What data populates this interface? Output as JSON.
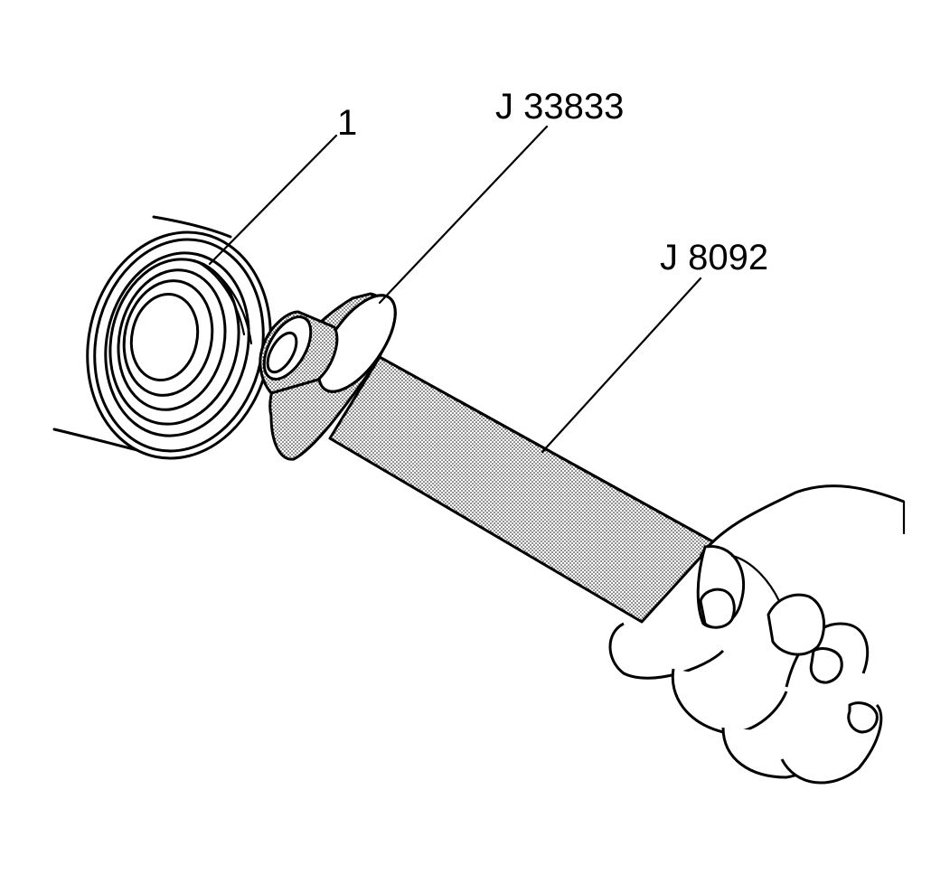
{
  "callouts": {
    "seal": "1",
    "installer": "J 33833",
    "handle": "J 8092"
  }
}
